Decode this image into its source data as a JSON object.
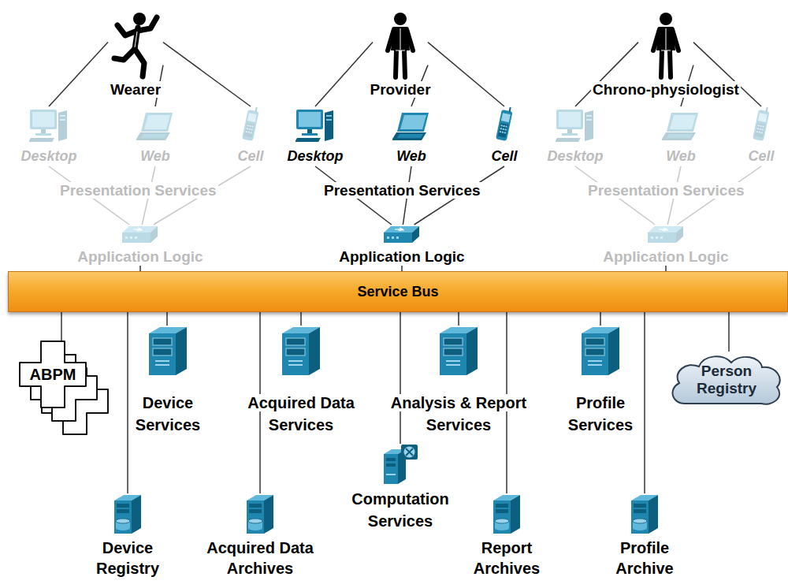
{
  "diagram": {
    "nodes": [
      {
        "text": [
          "Wearer"
        ]
      },
      {
        "text": [
          "Provider"
        ]
      },
      {
        "text": [
          "Chrono-physiologist"
        ]
      },
      {
        "text": [
          "Desktop"
        ]
      },
      {
        "text": [
          "Web"
        ]
      },
      {
        "text": [
          "Cell"
        ]
      },
      {
        "text": [
          "Desktop"
        ]
      },
      {
        "text": [
          "Web"
        ]
      },
      {
        "text": [
          "Cell"
        ]
      },
      {
        "text": [
          "Desktop"
        ]
      },
      {
        "text": [
          "Web"
        ]
      },
      {
        "text": [
          "Cell"
        ]
      },
      {
        "text": [
          "Application Logic"
        ]
      },
      {
        "text": [
          "Application Logic"
        ]
      },
      {
        "text": [
          "Application Logic"
        ]
      },
      {
        "text": [
          "Service Bus"
        ]
      },
      {
        "text": [
          "ABPM"
        ]
      },
      {
        "text": [
          "Device Services"
        ]
      },
      {
        "text": [
          "Acquired Data Services"
        ]
      },
      {
        "text": [
          "Analysis & Report Services"
        ]
      },
      {
        "text": [
          "Profile Services"
        ]
      },
      {
        "text": [
          "Person Registry"
        ]
      },
      {
        "text": [
          "Computation Services"
        ]
      },
      {
        "text": [
          "Device Registry"
        ]
      },
      {
        "text": [
          "Acquired Data Archives"
        ]
      },
      {
        "text": [
          "Report Archives"
        ]
      },
      {
        "text": [
          "Profile Archive"
        ]
      }
    ],
    "edges": [
      {
        "from": 0,
        "to": 3,
        "arrow": "none"
      },
      {
        "from": 0,
        "to": 4,
        "arrow": "none"
      },
      {
        "from": 0,
        "to": 5,
        "arrow": "none"
      },
      {
        "from": 1,
        "to": 6,
        "arrow": "none"
      },
      {
        "from": 1,
        "to": 7,
        "arrow": "none"
      },
      {
        "from": 1,
        "to": 8,
        "arrow": "none"
      },
      {
        "from": 2,
        "to": 9,
        "arrow": "none"
      },
      {
        "from": 2,
        "to": 10,
        "arrow": "none"
      },
      {
        "from": 2,
        "to": 11,
        "arrow": "none"
      },
      {
        "from": 3,
        "to": 12,
        "arrow": "none"
      },
      {
        "from": 4,
        "to": 12,
        "arrow": "none"
      },
      {
        "from": 5,
        "to": 12,
        "arrow": "none"
      },
      {
        "from": 6,
        "to": 13,
        "arrow": "none"
      },
      {
        "from": 7,
        "to": 13,
        "arrow": "none"
      },
      {
        "from": 8,
        "to": 13,
        "arrow": "none"
      },
      {
        "from": 9,
        "to": 14,
        "arrow": "none"
      },
      {
        "from": 10,
        "to": 14,
        "arrow": "none"
      },
      {
        "from": 11,
        "to": 14,
        "arrow": "none"
      },
      {
        "from": 12,
        "to": 15,
        "arrow": "none"
      },
      {
        "from": 13,
        "to": 15,
        "arrow": "none"
      },
      {
        "from": 14,
        "to": 15,
        "arrow": "none"
      },
      {
        "from": 15,
        "to": 16,
        "arrow": "none"
      },
      {
        "from": 15,
        "to": 17,
        "arrow": "none"
      },
      {
        "from": 15,
        "to": 18,
        "arrow": "none"
      },
      {
        "from": 15,
        "to": 19,
        "arrow": "none"
      },
      {
        "from": 15,
        "to": 20,
        "arrow": "none"
      },
      {
        "from": 15,
        "to": 21,
        "arrow": "none"
      },
      {
        "from": 15,
        "to": 22,
        "arrow": "none"
      },
      {
        "from": 15,
        "to": 23,
        "arrow": "none"
      },
      {
        "from": 15,
        "to": 24,
        "arrow": "none"
      },
      {
        "from": 15,
        "to": 25,
        "arrow": "none"
      },
      {
        "from": 15,
        "to": 26,
        "arrow": "none"
      }
    ],
    "labels": [
      "Presentation Services",
      "Presentation Services",
      "Presentation Services"
    ]
  }
}
